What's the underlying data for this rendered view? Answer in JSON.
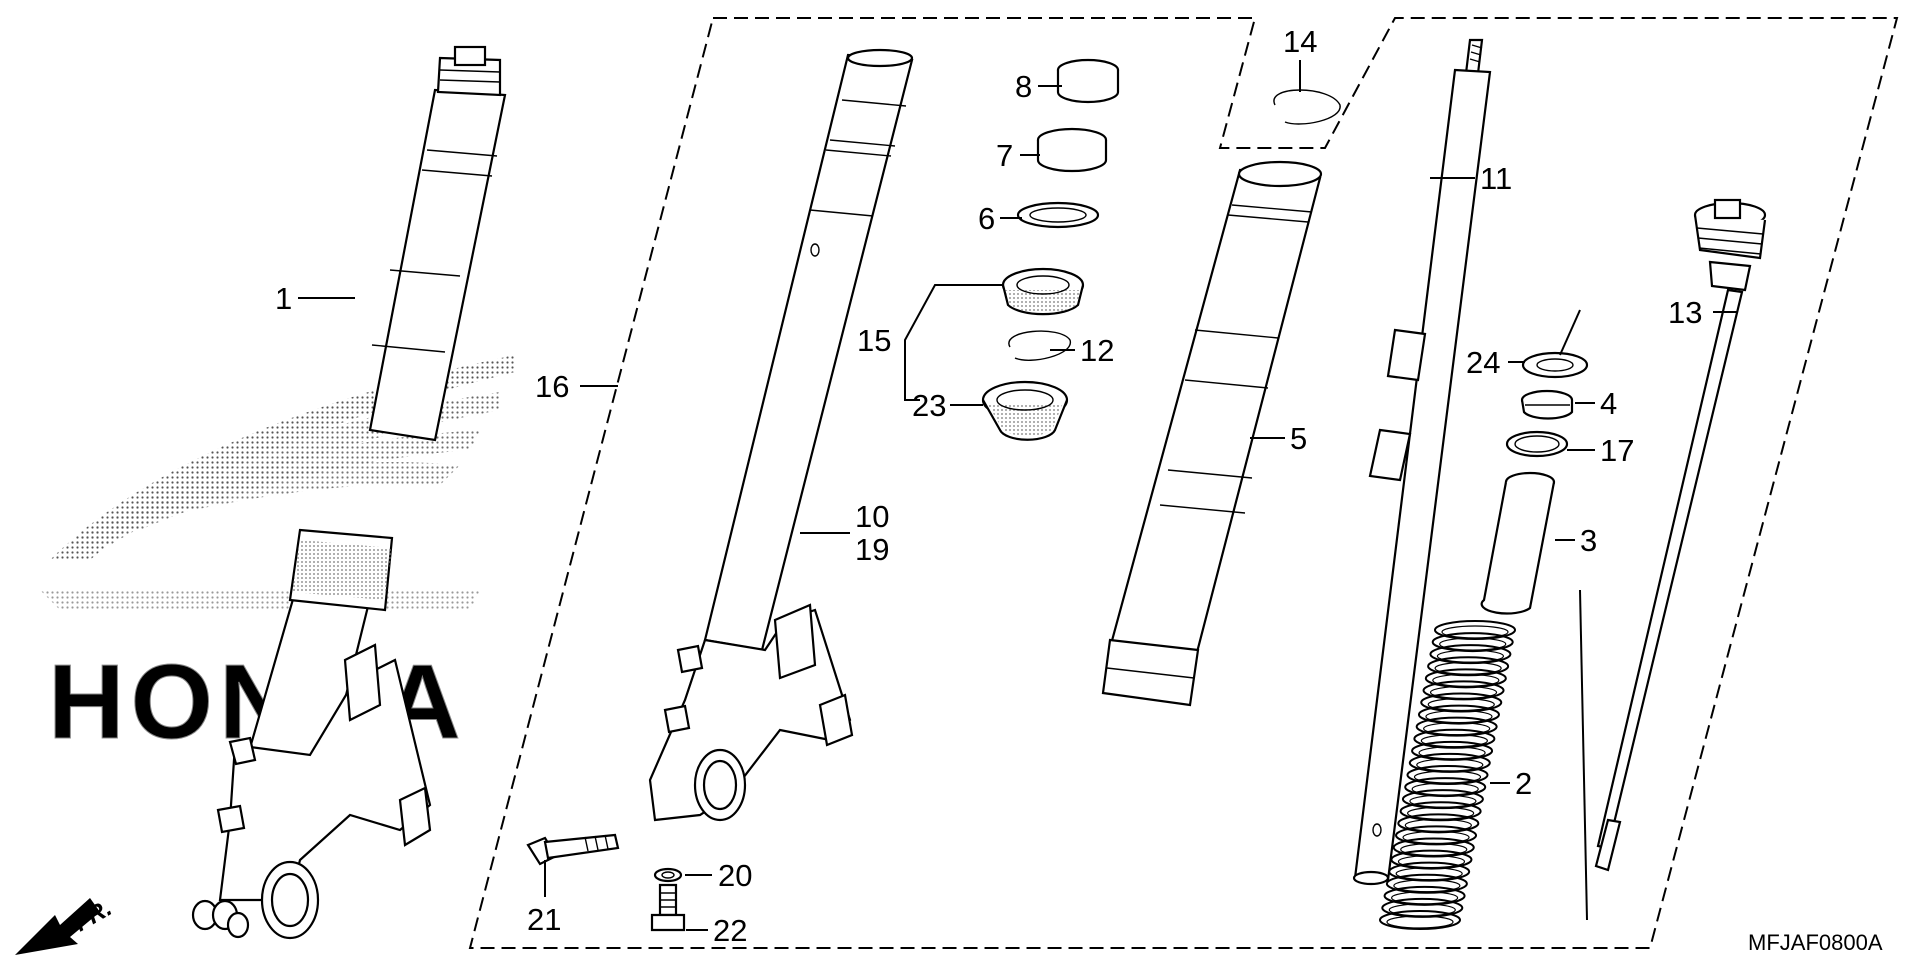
{
  "diagram": {
    "code": "MFJAF0800A",
    "direction_label": "FR.",
    "watermark_text": "HONDA",
    "callouts": [
      {
        "id": "1",
        "text": "1"
      },
      {
        "id": "2",
        "text": "2"
      },
      {
        "id": "3",
        "text": "3"
      },
      {
        "id": "4",
        "text": "4"
      },
      {
        "id": "5",
        "text": "5"
      },
      {
        "id": "6",
        "text": "6"
      },
      {
        "id": "7",
        "text": "7"
      },
      {
        "id": "8",
        "text": "8"
      },
      {
        "id": "10",
        "text": "10"
      },
      {
        "id": "11",
        "text": "11"
      },
      {
        "id": "12",
        "text": "12"
      },
      {
        "id": "13",
        "text": "13"
      },
      {
        "id": "14",
        "text": "14"
      },
      {
        "id": "15",
        "text": "15"
      },
      {
        "id": "16",
        "text": "16"
      },
      {
        "id": "17",
        "text": "17"
      },
      {
        "id": "19",
        "text": "19"
      },
      {
        "id": "20",
        "text": "20"
      },
      {
        "id": "21",
        "text": "21"
      },
      {
        "id": "22",
        "text": "22"
      },
      {
        "id": "23",
        "text": "23"
      },
      {
        "id": "24",
        "text": "24"
      }
    ]
  }
}
